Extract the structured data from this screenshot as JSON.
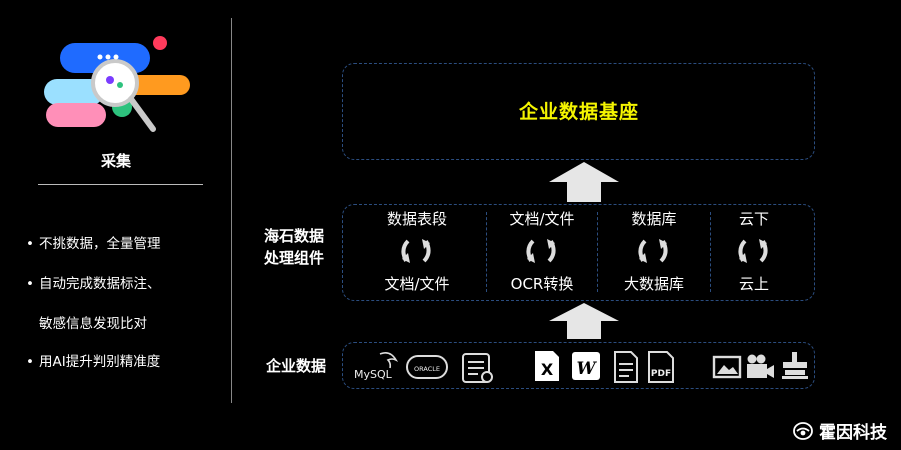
{
  "left": {
    "title": "采集",
    "bullets": [
      "不挑数据，全量管理",
      "自动完成数据标注、",
      "敏感信息发现比对",
      "用AI提升判别精准度"
    ]
  },
  "top_box": {
    "title": "企业数据基座"
  },
  "middle": {
    "label_line1": "海石数据",
    "label_line2": "处理组件",
    "columns": [
      {
        "top": "数据表段",
        "bottom": "文档/文件"
      },
      {
        "top": "文档/文件",
        "bottom": "OCR转换"
      },
      {
        "top": "数据库",
        "bottom": "大数据库"
      },
      {
        "top": "云下",
        "bottom": "云上"
      }
    ]
  },
  "bottom": {
    "label": "企业数据",
    "icons": [
      "mysql-logo",
      "oracle-logo",
      "hadoop-logo",
      "excel-icon",
      "word-icon",
      "document-icon",
      "pdf-icon",
      "image-icon",
      "video-icon",
      "scanner-icon"
    ],
    "mysql_text": "MySQL",
    "oracle_text": "ORACLE",
    "excel_letter": "X",
    "word_letter": "W",
    "pdf_text": "PDF"
  },
  "brand": {
    "name": "霍因科技"
  },
  "colors": {
    "accent_yellow": "#f5f500",
    "dash_blue": "#2b4d7f",
    "background": "#000000"
  }
}
